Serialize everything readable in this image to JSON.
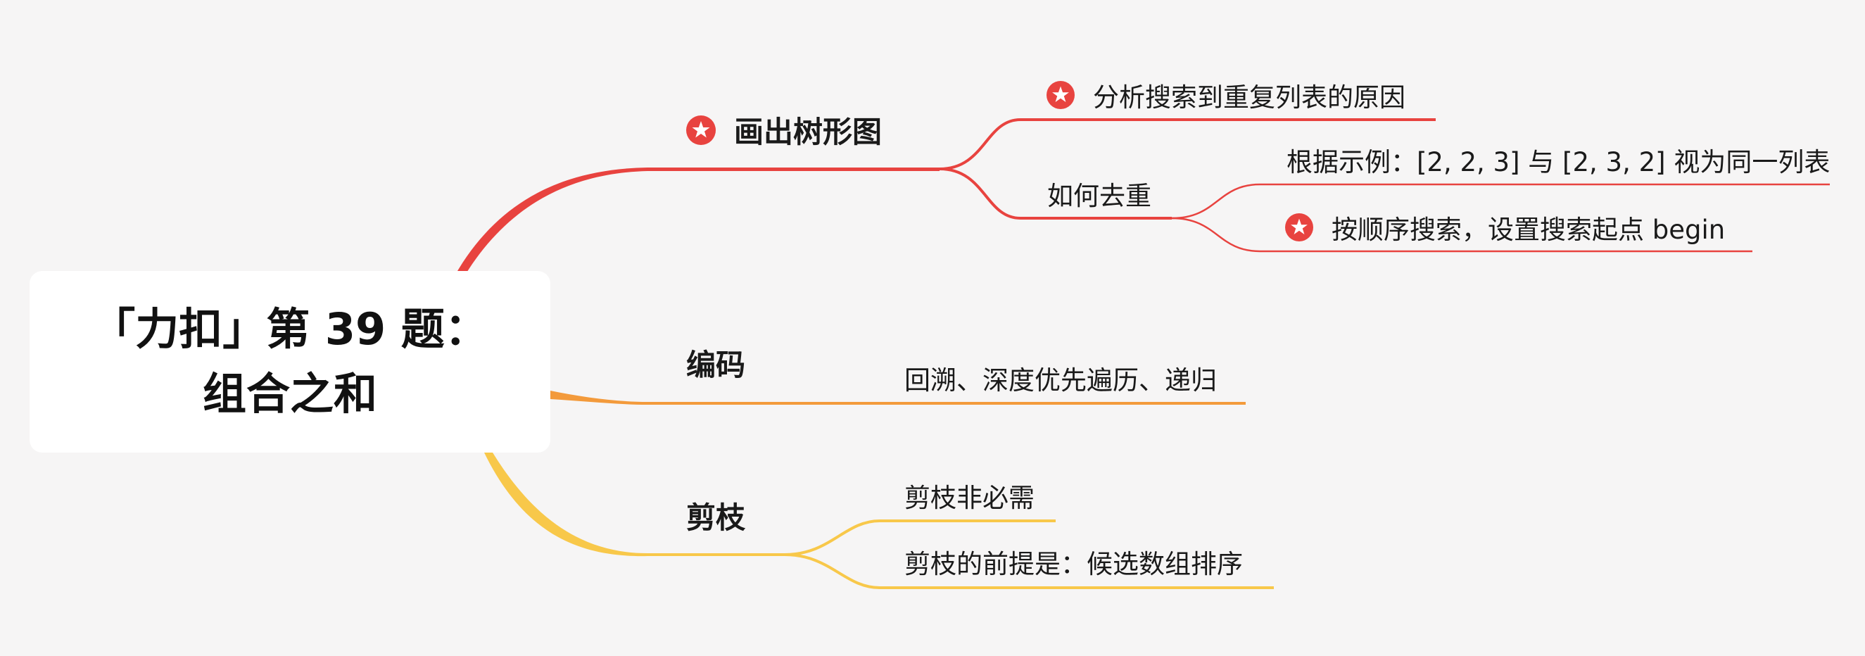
{
  "colors": {
    "background": "#f6f5f5",
    "root_box": "#ffffff",
    "branch_red": "#e8433f",
    "branch_orange": "#f39a3b",
    "branch_yellow": "#f8c84a",
    "star_icon": "#e8433f"
  },
  "root": {
    "lines": [
      "「力扣」第 39 题：",
      "组合之和"
    ]
  },
  "branches": [
    {
      "label": "画出树形图",
      "icon": "star-icon",
      "color": "#e8433f",
      "children": [
        {
          "label": "分析搜索到重复列表的原因",
          "icon": "star-icon"
        },
        {
          "label": "如何去重",
          "children": [
            {
              "label": "根据示例：[2, 2, 3] 与 [2, 3, 2] 视为同一列表"
            },
            {
              "label": "按顺序搜索，设置搜索起点 begin",
              "icon": "star-icon"
            }
          ]
        }
      ]
    },
    {
      "label": "编码",
      "color": "#f39a3b",
      "children": [
        {
          "label": "回溯、深度优先遍历、递归"
        }
      ]
    },
    {
      "label": "剪枝",
      "color": "#f8c84a",
      "children": [
        {
          "label": "剪枝非必需"
        },
        {
          "label": "剪枝的前提是：候选数组排序"
        }
      ]
    }
  ]
}
